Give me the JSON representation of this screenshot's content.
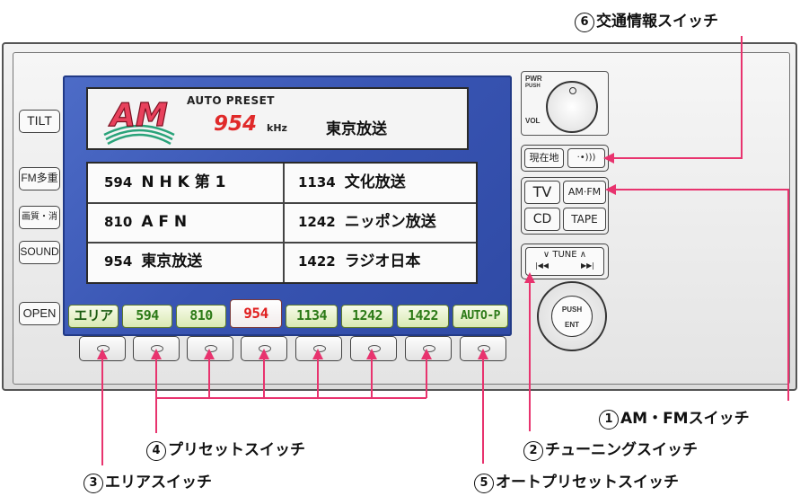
{
  "callouts": {
    "c6": {
      "num": "6",
      "label": "交通情報スイッチ"
    },
    "c1": {
      "num": "1",
      "label": "AM・FMスイッチ"
    },
    "c4": {
      "num": "4",
      "label": "プリセットスイッチ"
    },
    "c2": {
      "num": "2",
      "label": "チューニングスイッチ"
    },
    "c3": {
      "num": "3",
      "label": "エリアスイッチ"
    },
    "c5": {
      "num": "5",
      "label": "オートプリセットスイッチ"
    }
  },
  "left_buttons": {
    "tilt": "TILT",
    "fm": "FM多重",
    "picture": "画質・消",
    "sound": "SOUND",
    "open": "OPEN"
  },
  "display": {
    "logo": "AM",
    "mode": "AUTO PRESET",
    "frequency": "954",
    "unit": "kHz",
    "station": "東京放送"
  },
  "presets": [
    {
      "freq": "594",
      "name": "N H K 第 1"
    },
    {
      "freq": "1134",
      "name": "文化放送"
    },
    {
      "freq": "810",
      "name": "A F N"
    },
    {
      "freq": "1242",
      "name": "ニッポン放送"
    },
    {
      "freq": "954",
      "name": "東京放送"
    },
    {
      "freq": "1422",
      "name": "ラジオ日本"
    }
  ],
  "softkeys": [
    "エリア",
    "594",
    "810",
    "954",
    "1134",
    "1242",
    "1422",
    "AUTO-P"
  ],
  "softkey_selected": "954",
  "right_controls": {
    "pwr": "PWR",
    "push": "PUSH",
    "vol": "VOL",
    "genzaichi": "現在地",
    "traffic_glyph": "·•)))",
    "tv": "TV",
    "amfm": "AM·FM",
    "cd": "CD",
    "tape": "TAPE",
    "tune": "∨ TUNE ∧",
    "prev": "|◀◀",
    "next": "▶▶|",
    "dial_push": "PUSH",
    "dial_ent": "ENT"
  },
  "colors": {
    "accent": "#e8336e",
    "screen_blue": "#3a56b5",
    "freq_red": "#e02a2a",
    "softkey_green": "#2c7a17"
  }
}
